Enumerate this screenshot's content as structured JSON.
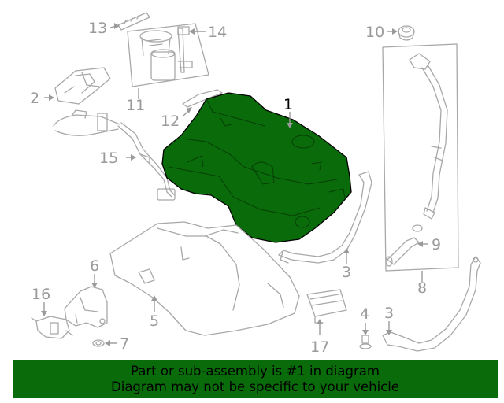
{
  "diagram": {
    "callouts": {
      "c1": "1",
      "c2": "2",
      "c3a": "3",
      "c3b": "3",
      "c4": "4",
      "c5": "5",
      "c6": "6",
      "c7": "7",
      "c8": "8",
      "c9": "9",
      "c10": "10",
      "c11": "11",
      "c12": "12",
      "c13": "13",
      "c14": "14",
      "c15": "15",
      "c16": "16",
      "c17": "17"
    },
    "highlight_color": "#0a6b0a"
  },
  "banner": {
    "line1": "Part or sub-assembly is #1 in diagram",
    "line2": "Diagram may not be specific to your vehicle"
  }
}
